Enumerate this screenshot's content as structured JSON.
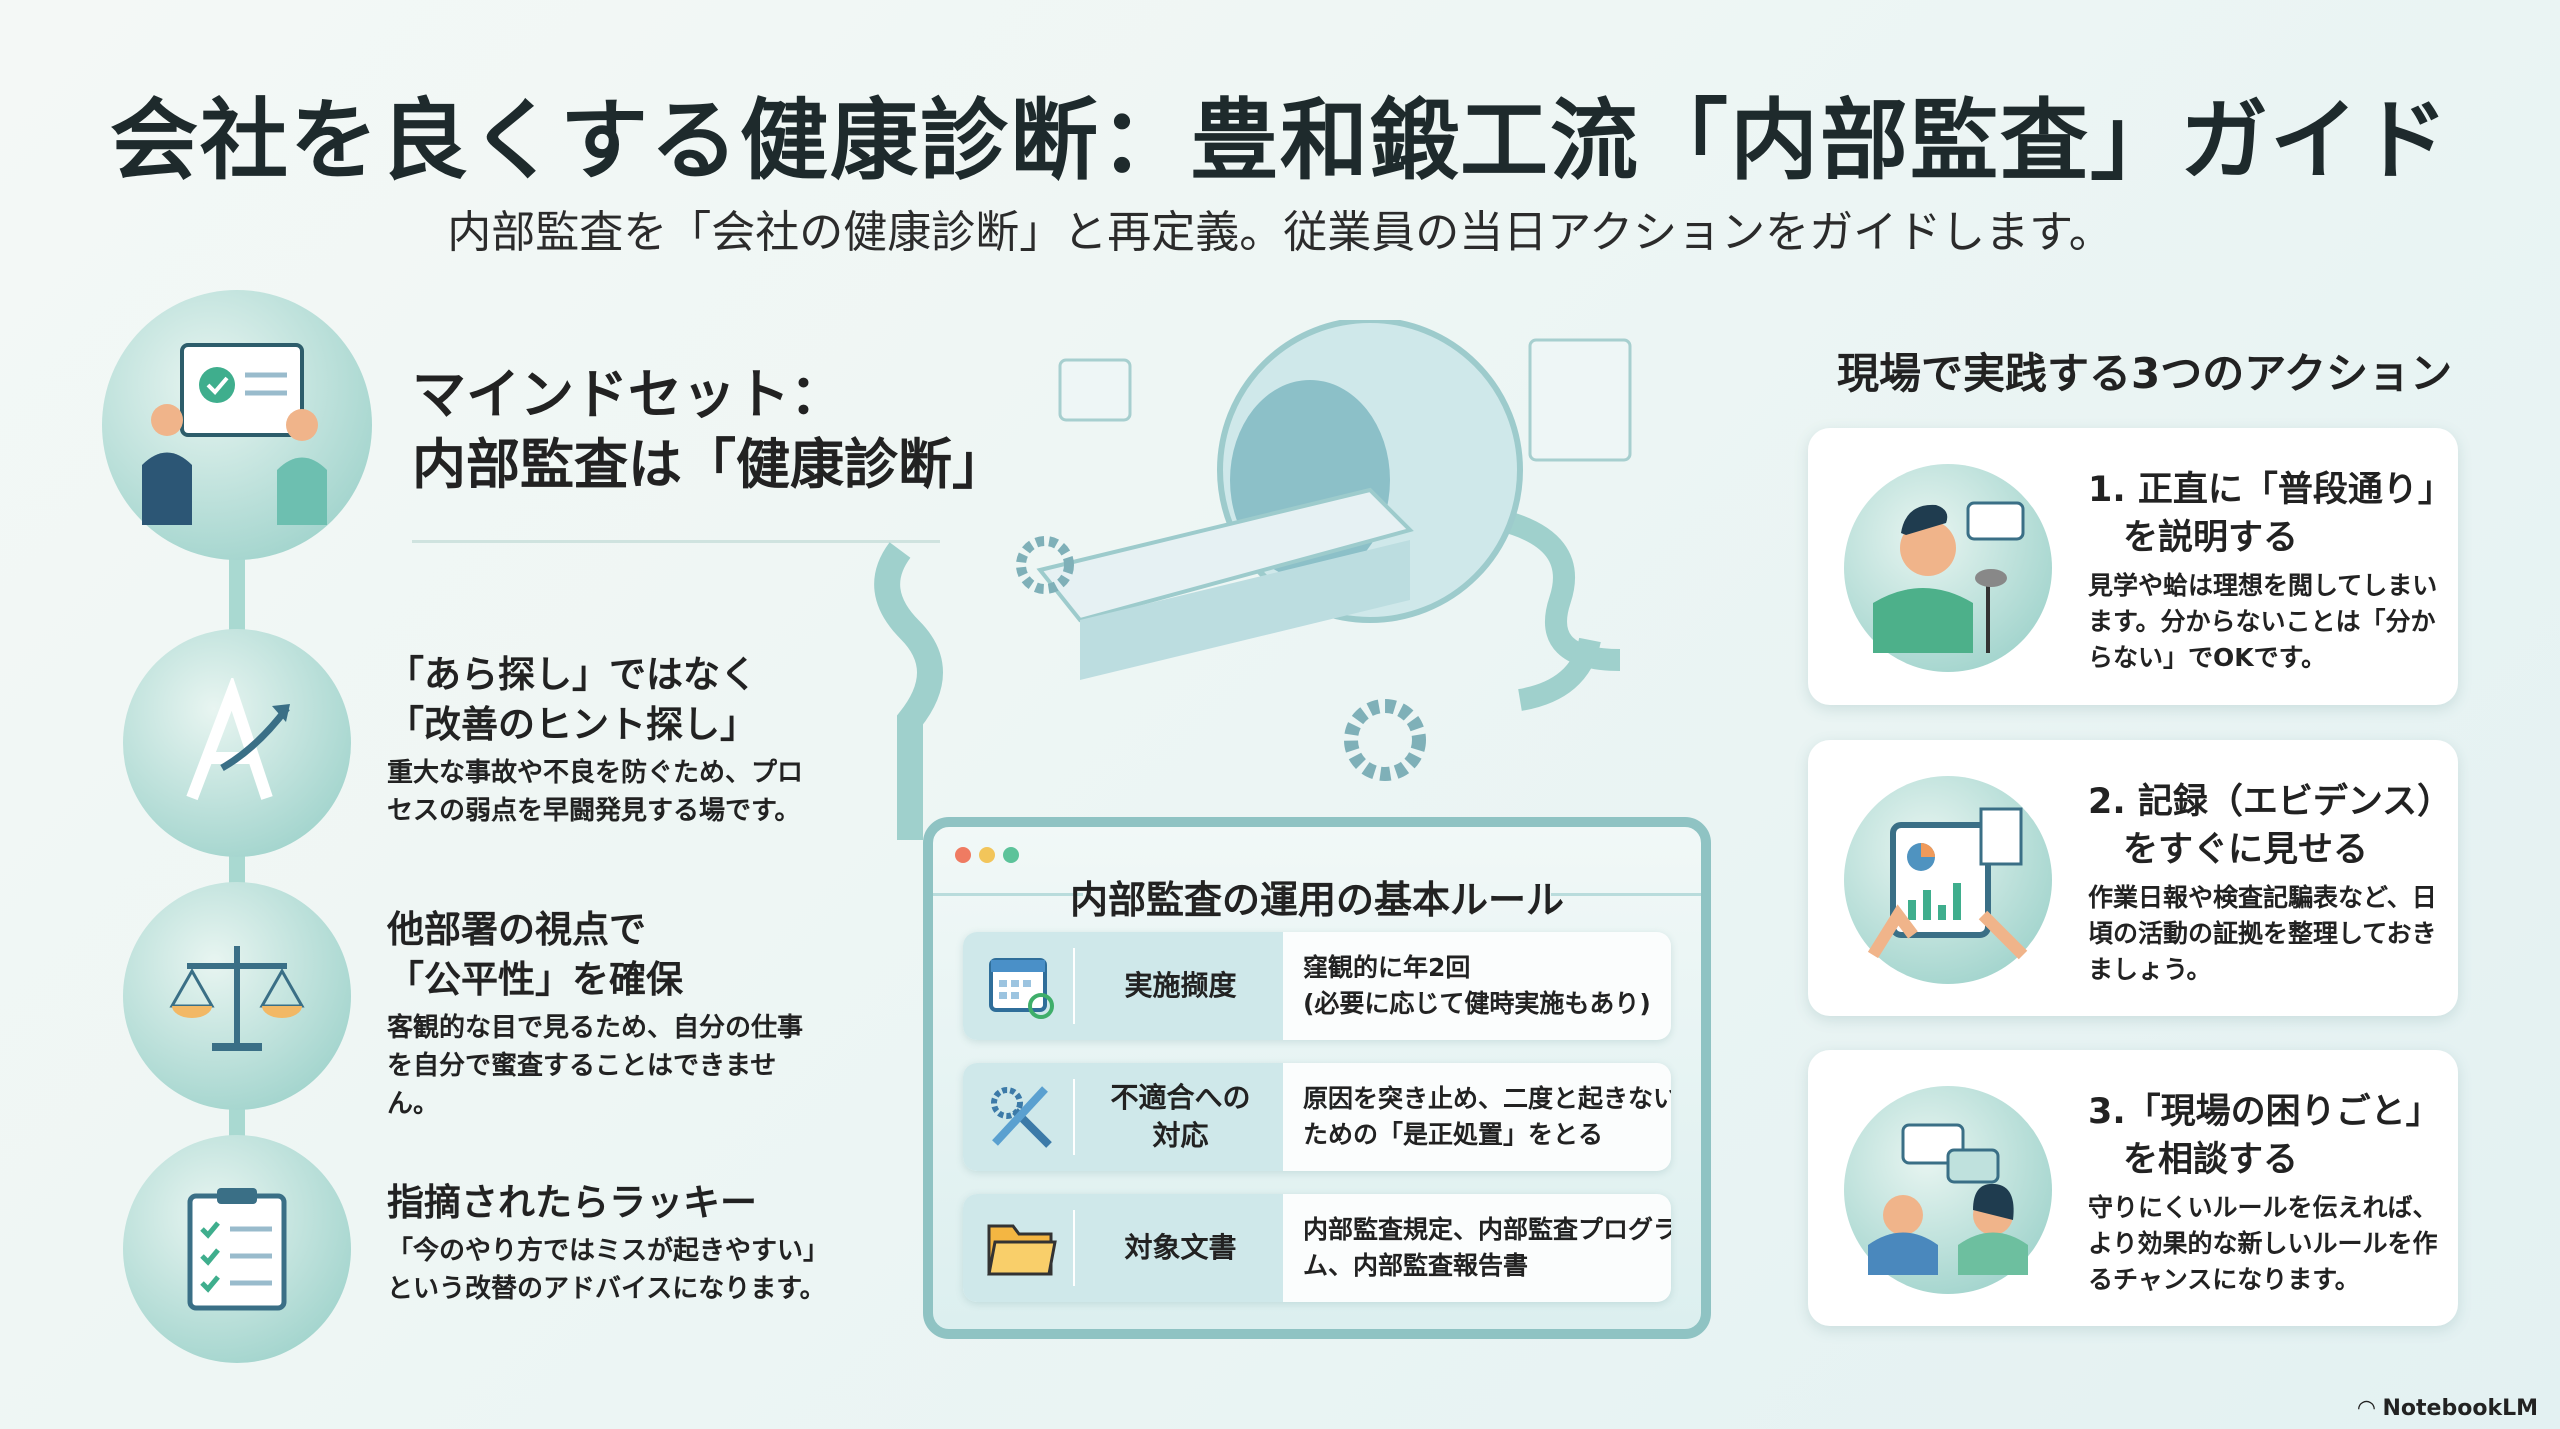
{
  "title": "会社を良くする健康診断：豊和鍛工流「内部監査」ガイド",
  "subtitle": "内部監査を「会社の健康診断」と再定義。従業員の当日アクションをガイドします。",
  "mindset": {
    "title_line1": "マインドセット：",
    "title_line2": "内部監査は「健康診断」",
    "items": [
      {
        "heading": "「あら探し」ではなく\n「改善のヒント探し」",
        "body": "重大な事故や不良を防ぐため、プロセスの弱点を早闘発見する場です。",
        "icon": "growth-arrow-icon"
      },
      {
        "heading": "他部署の視点で\n「公平性」を確保",
        "body": "客観的な目で見るため、自分の仕事を自分で蜜査することはできません。",
        "icon": "scale-icon"
      },
      {
        "heading": "指摘されたらラッキー",
        "body": "「今のやり方ではミスが起きやすい」という改替のアドバイスになります。",
        "icon": "checklist-icon"
      }
    ]
  },
  "rules": {
    "title": "内部監査の運用の基本ルール",
    "rows": [
      {
        "label": "実施撷度",
        "value": "窪観的に年2回\n(必要に応じて健時実施もあり)",
        "icon": "calendar-icon"
      },
      {
        "label": "不適合への\n対応",
        "value": "原因を突き止め、二度と起きない\nための「是正処置」をとる",
        "icon": "tools-icon"
      },
      {
        "label": "対象文書",
        "value": "内部監査規定、内部監査プログラ\nム、内部監査報告書",
        "icon": "folder-icon"
      }
    ]
  },
  "actions": {
    "title": "現場で実践する3つのアクション",
    "items": [
      {
        "heading": "1. 正直に「普段通り」\n　を説明する",
        "body": "見学や蛤は理想を閲してしまいます。分からないことは「分からない」でOKです。"
      },
      {
        "heading": "2. 記録（エビデンス）\n　をすぐに見せる",
        "body": "作業日報や検査記騙表など、日頃の活動の証拠を整理しておきましょう。"
      },
      {
        "heading": "3.「現場の困りごと」\n　を相談する",
        "body": "守りにくいルールを伝えれば、より効果的な新しいルールを作るチャンスになります。"
      }
    ]
  },
  "footer": {
    "brand": "NotebookLM"
  },
  "colors": {
    "teal": "#8fc3c3",
    "accent": "#3a9a8e"
  }
}
